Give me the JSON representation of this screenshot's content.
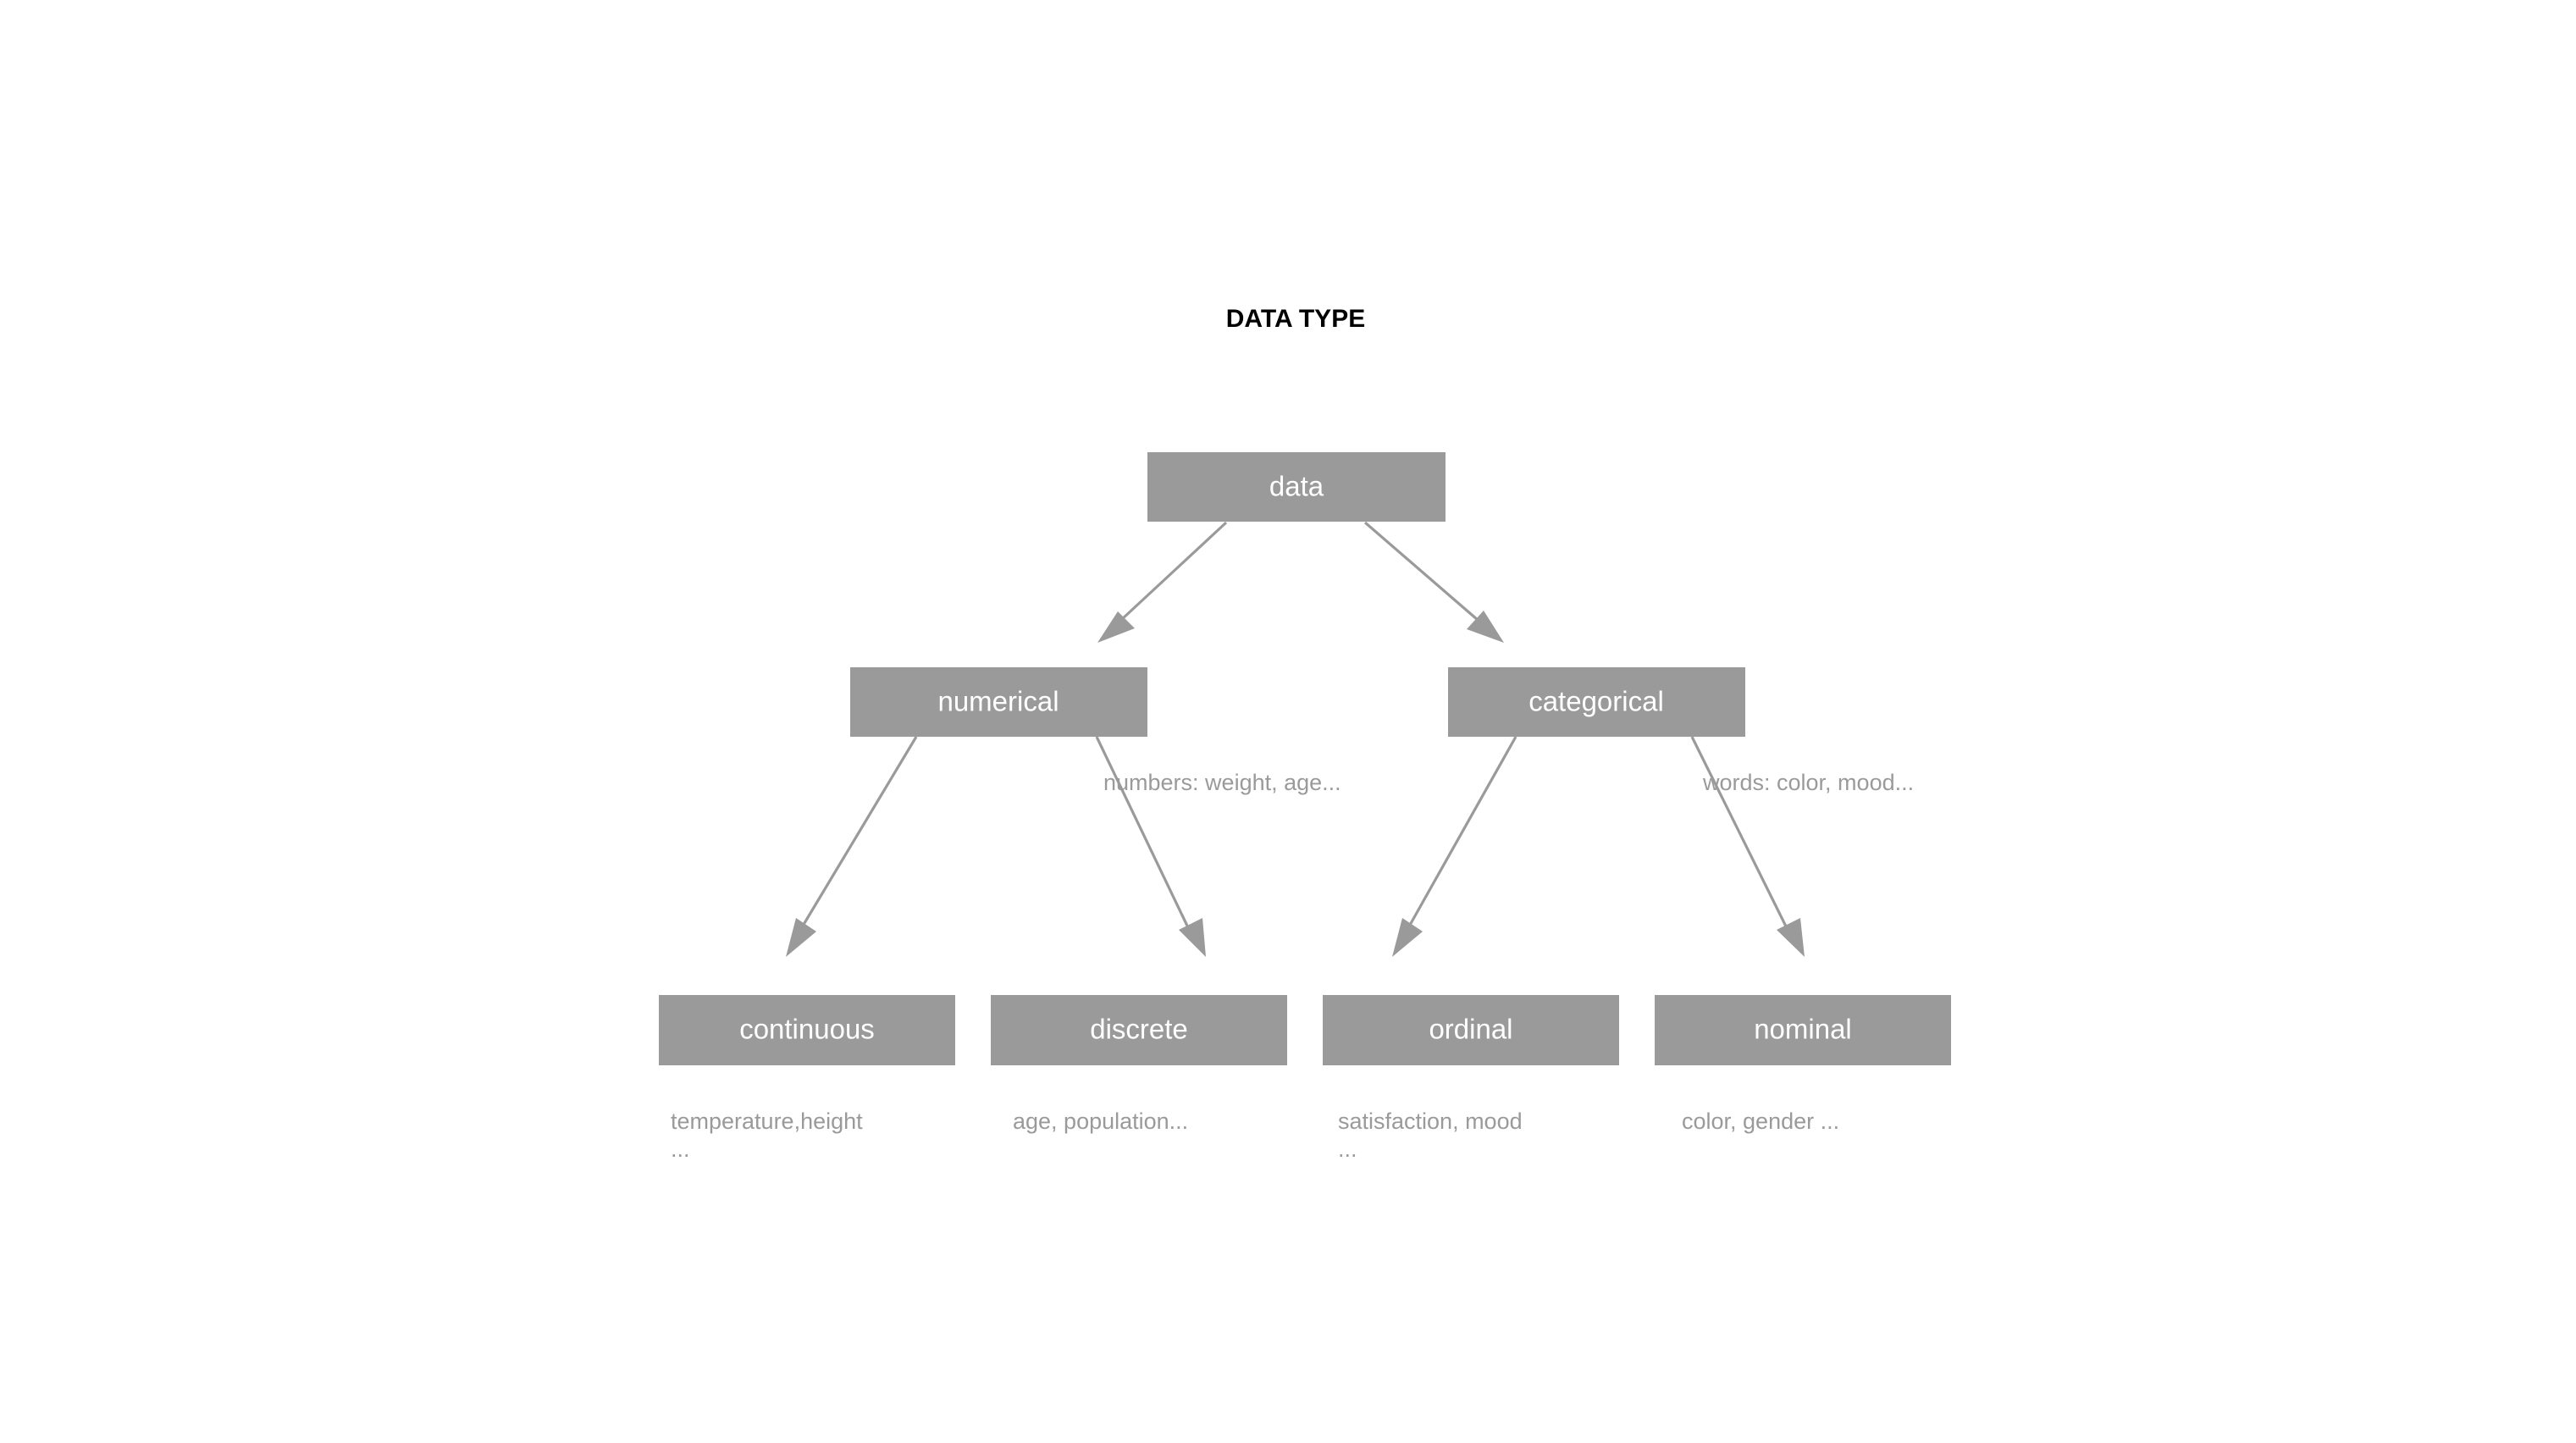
{
  "page": {
    "background_color": "#ffffff",
    "title": "DATA TYPE"
  },
  "theme": {
    "node_fill": "#9a9a9a",
    "node_text_color": "#ffffff",
    "edge_color": "#9a9a9a",
    "annotation_color": "#9a9a9a",
    "title_color": "#000000"
  },
  "nodes": {
    "root": {
      "label": "data"
    },
    "level2": [
      {
        "label": "numerical"
      },
      {
        "label": "categorical"
      }
    ],
    "level3": [
      {
        "label": "continuous"
      },
      {
        "label": "discrete"
      },
      {
        "label": "ordinal"
      },
      {
        "label": "nominal"
      }
    ]
  },
  "edge_labels": [
    {
      "text": "numbers: weight, age..."
    },
    {
      "text": "words: color, mood..."
    }
  ],
  "captions": [
    {
      "line1": "temperature,height",
      "line2": "..."
    },
    {
      "line1": "age, population...",
      "line2": ""
    },
    {
      "line1": "satisfaction, mood",
      "line2": "..."
    },
    {
      "line1": "color, gender ...",
      "line2": ""
    }
  ]
}
